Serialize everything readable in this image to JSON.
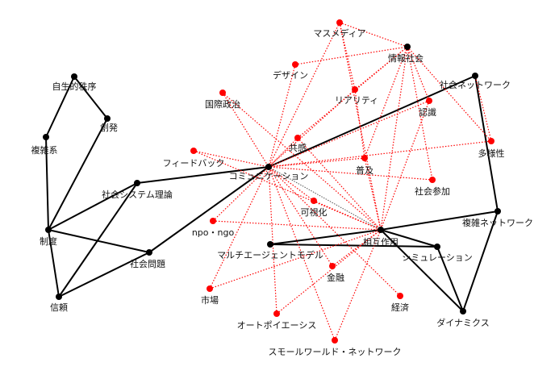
{
  "colors": {
    "background": "#ffffff",
    "solid_edge": "#000000",
    "dotted_edge": "#ff0000",
    "black_node": "#000000",
    "red_node": "#ff0000",
    "thin_edge": "#555555"
  },
  "nodes": [
    {
      "id": "jiritsu",
      "label": "自生的秩序",
      "color": "black"
    },
    {
      "id": "sohatsu",
      "label": "創発",
      "color": "black"
    },
    {
      "id": "fukuzatsukei",
      "label": "複雑系",
      "color": "black"
    },
    {
      "id": "shakai_system",
      "label": "社会システム理論",
      "color": "black"
    },
    {
      "id": "seido",
      "label": "制度",
      "color": "black"
    },
    {
      "id": "shakai_mondai",
      "label": "社会問題",
      "color": "black"
    },
    {
      "id": "shinrai",
      "label": "信頼",
      "color": "black"
    },
    {
      "id": "comm",
      "label": "コミュニケーション",
      "color": "black"
    },
    {
      "id": "joho_shakai",
      "label": "情報社会",
      "color": "black"
    },
    {
      "id": "shakai_network",
      "label": "社会ネットワーク",
      "color": "black"
    },
    {
      "id": "fukuzatsu_network",
      "label": "複雑ネットワーク",
      "color": "black"
    },
    {
      "id": "sogo_sayo",
      "label": "相互作用",
      "color": "black"
    },
    {
      "id": "multi_agent",
      "label": "マルチエージェントモデル",
      "color": "black"
    },
    {
      "id": "simulation",
      "label": "シミュレーション",
      "color": "black"
    },
    {
      "id": "dynamics",
      "label": "ダイナミクス",
      "color": "black"
    },
    {
      "id": "mass_media",
      "label": "マスメディア",
      "color": "red"
    },
    {
      "id": "design",
      "label": "デザイン",
      "color": "red"
    },
    {
      "id": "kokusai",
      "label": "国際政治",
      "color": "red"
    },
    {
      "id": "reality",
      "label": "リアリティ",
      "color": "red"
    },
    {
      "id": "ninshiki",
      "label": "認識",
      "color": "red"
    },
    {
      "id": "kyokan",
      "label": "共感",
      "color": "red"
    },
    {
      "id": "feedback",
      "label": "フィードバック",
      "color": "red"
    },
    {
      "id": "tayosei",
      "label": "多様性",
      "color": "red"
    },
    {
      "id": "fukyu",
      "label": "普及",
      "color": "red"
    },
    {
      "id": "shakai_sanka",
      "label": "社会参加",
      "color": "red"
    },
    {
      "id": "kashika",
      "label": "可視化",
      "color": "red"
    },
    {
      "id": "npo",
      "label": "npo・ngo",
      "color": "red"
    },
    {
      "id": "kinyu",
      "label": "金融",
      "color": "red"
    },
    {
      "id": "shijo",
      "label": "市場",
      "color": "red"
    },
    {
      "id": "keizai",
      "label": "経済",
      "color": "red"
    },
    {
      "id": "autopoiesis",
      "label": "オートポイエーシス",
      "color": "red"
    },
    {
      "id": "small_world",
      "label": "スモールワールド・ネットワーク",
      "color": "red"
    }
  ],
  "edges": [
    {
      "from": "jiritsu",
      "to": "sohatsu",
      "style": "solid"
    },
    {
      "from": "jiritsu",
      "to": "fukuzatsukei",
      "style": "solid"
    },
    {
      "from": "fukuzatsukei",
      "to": "seido",
      "style": "solid"
    },
    {
      "from": "sohatsu",
      "to": "seido",
      "style": "solid"
    },
    {
      "from": "seido",
      "to": "shakai_system",
      "style": "solid"
    },
    {
      "from": "seido",
      "to": "shakai_mondai",
      "style": "solid"
    },
    {
      "from": "seido",
      "to": "shinrai",
      "style": "solid"
    },
    {
      "from": "shinrai",
      "to": "shakai_system",
      "style": "solid"
    },
    {
      "from": "shinrai",
      "to": "shakai_mondai",
      "style": "solid"
    },
    {
      "from": "shakai_system",
      "to": "comm",
      "style": "solid"
    },
    {
      "from": "shakai_mondai",
      "to": "comm",
      "style": "solid"
    },
    {
      "from": "comm",
      "to": "shakai_network",
      "style": "solid"
    },
    {
      "from": "shakai_network",
      "to": "fukuzatsu_network",
      "style": "solid"
    },
    {
      "from": "fukuzatsu_network",
      "to": "sogo_sayo",
      "style": "solid"
    },
    {
      "from": "fukuzatsu_network",
      "to": "dynamics",
      "style": "solid"
    },
    {
      "from": "sogo_sayo",
      "to": "multi_agent",
      "style": "solid"
    },
    {
      "from": "sogo_sayo",
      "to": "simulation",
      "style": "solid"
    },
    {
      "from": "sogo_sayo",
      "to": "dynamics",
      "style": "solid"
    },
    {
      "from": "multi_agent",
      "to": "simulation",
      "style": "solid"
    },
    {
      "from": "simulation",
      "to": "dynamics",
      "style": "solid"
    },
    {
      "from": "comm",
      "to": "sogo_sayo",
      "style": "thin"
    },
    {
      "from": "mass_media",
      "to": "joho_shakai",
      "style": "dotted"
    },
    {
      "from": "mass_media",
      "to": "reality",
      "style": "dotted"
    },
    {
      "from": "mass_media",
      "to": "comm",
      "style": "dotted"
    },
    {
      "from": "mass_media",
      "to": "sogo_sayo",
      "style": "dotted"
    },
    {
      "from": "design",
      "to": "joho_shakai",
      "style": "dotted"
    },
    {
      "from": "design",
      "to": "comm",
      "style": "dotted"
    },
    {
      "from": "joho_shakai",
      "to": "reality",
      "style": "dotted"
    },
    {
      "from": "joho_shakai",
      "to": "kyokan",
      "style": "dotted"
    },
    {
      "from": "joho_shakai",
      "to": "fukyu",
      "style": "dotted"
    },
    {
      "from": "joho_shakai",
      "to": "shakai_sanka",
      "style": "dotted"
    },
    {
      "from": "joho_shakai",
      "to": "tayosei",
      "style": "dotted"
    },
    {
      "from": "joho_shakai",
      "to": "ninshiki",
      "style": "dotted"
    },
    {
      "from": "joho_shakai",
      "to": "sogo_sayo",
      "style": "dotted"
    },
    {
      "from": "kokusai",
      "to": "comm",
      "style": "dotted"
    },
    {
      "from": "kokusai",
      "to": "sogo_sayo",
      "style": "dotted"
    },
    {
      "from": "reality",
      "to": "comm",
      "style": "dotted"
    },
    {
      "from": "reality",
      "to": "fukyu",
      "style": "dotted"
    },
    {
      "from": "ninshiki",
      "to": "comm",
      "style": "dotted"
    },
    {
      "from": "ninshiki",
      "to": "sogo_sayo",
      "style": "dotted"
    },
    {
      "from": "kyokan",
      "to": "comm",
      "style": "dotted"
    },
    {
      "from": "kyokan",
      "to": "sogo_sayo",
      "style": "dotted"
    },
    {
      "from": "feedback",
      "to": "comm",
      "style": "dotted"
    },
    {
      "from": "feedback",
      "to": "sogo_sayo",
      "style": "dotted"
    },
    {
      "from": "tayosei",
      "to": "comm",
      "style": "dotted"
    },
    {
      "from": "tayosei",
      "to": "shakai_network",
      "style": "dotted"
    },
    {
      "from": "fukyu",
      "to": "sogo_sayo",
      "style": "dotted"
    },
    {
      "from": "fukyu",
      "to": "comm",
      "style": "dotted"
    },
    {
      "from": "shakai_sanka",
      "to": "comm",
      "style": "dotted"
    },
    {
      "from": "kashika",
      "to": "comm",
      "style": "dotted"
    },
    {
      "from": "kashika",
      "to": "sogo_sayo",
      "style": "dotted"
    },
    {
      "from": "npo",
      "to": "comm",
      "style": "dotted"
    },
    {
      "from": "npo",
      "to": "sogo_sayo",
      "style": "dotted"
    },
    {
      "from": "kinyu",
      "to": "comm",
      "style": "dotted"
    },
    {
      "from": "kinyu",
      "to": "sogo_sayo",
      "style": "dotted"
    },
    {
      "from": "shijo",
      "to": "comm",
      "style": "dotted"
    },
    {
      "from": "shijo",
      "to": "sogo_sayo",
      "style": "dotted"
    },
    {
      "from": "keizai",
      "to": "comm",
      "style": "dotted"
    },
    {
      "from": "autopoiesis",
      "to": "comm",
      "style": "dotted"
    },
    {
      "from": "autopoiesis",
      "to": "sogo_sayo",
      "style": "dotted"
    },
    {
      "from": "small_world",
      "to": "comm",
      "style": "dotted"
    },
    {
      "from": "small_world",
      "to": "sogo_sayo",
      "style": "dotted"
    }
  ]
}
